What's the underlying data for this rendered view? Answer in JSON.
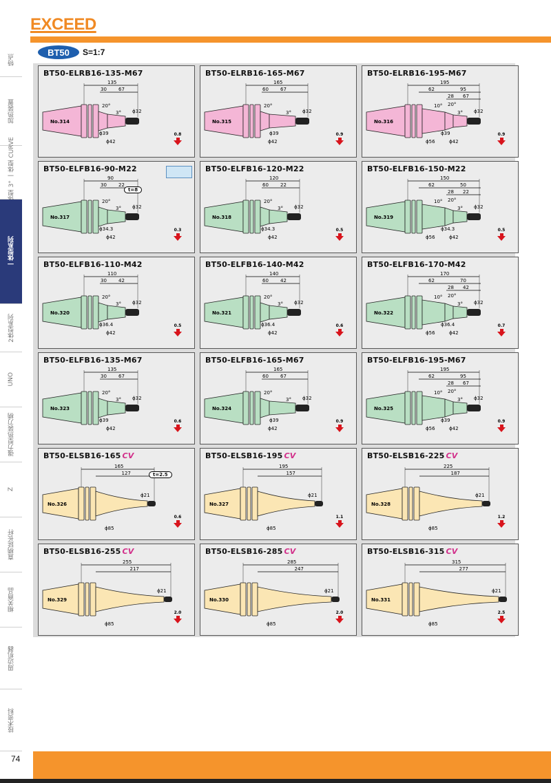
{
  "brand": {
    "logo": "EXCEED",
    "accent": "#f5942c",
    "badge_color": "#1e5fae"
  },
  "header": {
    "series_badge": "BT50",
    "scale": "S=1:7"
  },
  "sidebar": {
    "items": [
      {
        "label": "特点"
      },
      {
        "label": "加热装置"
      },
      {
        "label": "一体型 3° 一体型 CURVE"
      },
      {
        "label": "一体型系列",
        "active": true
      },
      {
        "label": "2体型系列"
      },
      {
        "label": "UNO"
      },
      {
        "label": "强力型热装刀柄"
      },
      {
        "label": "Z"
      },
      {
        "label": "直柄延长杆"
      },
      {
        "label": "相关商品"
      },
      {
        "label": "周边机器"
      },
      {
        "label": "技术资料"
      }
    ]
  },
  "colors": {
    "rb": "#f4b6d6",
    "fb": "#b9dfc3",
    "sb": "#fbe6b4"
  },
  "tools": [
    {
      "title": "BT50-ELRB16-135-M67",
      "no": "No.314",
      "kind": "rb",
      "total": "135",
      "d1": "30",
      "d2": "67",
      "angle": "20°",
      "taper": "3°",
      "phi_tip": "ϕ32",
      "phi_a": "ϕ39",
      "phi_b": "ϕ42",
      "weight": "0.8"
    },
    {
      "title": "BT50-ELRB16-165-M67",
      "no": "No.315",
      "kind": "rb",
      "total": "165",
      "d1": "60",
      "d2": "67",
      "angle": "20°",
      "taper": "3°",
      "phi_tip": "ϕ32",
      "phi_a": "ϕ39",
      "phi_b": "ϕ42",
      "weight": "0.9"
    },
    {
      "title": "BT50-ELRB16-195-M67",
      "no": "No.316",
      "kind": "rb",
      "total": "195",
      "d1": "62",
      "d2": "95",
      "d3": "28",
      "d4": "67",
      "angle": "10°",
      "angle2": "20°",
      "taper": "3°",
      "phi_tip": "ϕ32",
      "phi_a": "ϕ39",
      "phi_b": "ϕ42",
      "phi_c": "ϕ56",
      "weight": "0.9"
    },
    {
      "title": "BT50-ELFB16-90-M22",
      "no": "No.317",
      "kind": "fb",
      "total": "90",
      "d1": "30",
      "d2": "22",
      "angle": "20°",
      "taper": "3°",
      "phi_tip": "ϕ32",
      "phi_a": "ϕ34.3",
      "phi_b": "ϕ42",
      "weight": "0.3",
      "note": "t=8"
    },
    {
      "title": "BT50-ELFB16-120-M22",
      "no": "No.318",
      "kind": "fb",
      "total": "120",
      "d1": "60",
      "d2": "22",
      "angle": "20°",
      "taper": "3°",
      "phi_tip": "ϕ32",
      "phi_a": "ϕ34.3",
      "phi_b": "ϕ42",
      "weight": "0.5"
    },
    {
      "title": "BT50-ELFB16-150-M22",
      "no": "No.319",
      "kind": "fb",
      "total": "150",
      "d1": "62",
      "d2": "50",
      "d3": "28",
      "d4": "22",
      "angle": "10°",
      "angle2": "20°",
      "taper": "3°",
      "phi_tip": "ϕ32",
      "phi_a": "ϕ34.3",
      "phi_b": "ϕ42",
      "phi_c": "ϕ56",
      "weight": "0.5"
    },
    {
      "title": "BT50-ELFB16-110-M42",
      "no": "No.320",
      "kind": "fb",
      "total": "110",
      "d1": "30",
      "d2": "42",
      "angle": "20°",
      "taper": "3°",
      "phi_tip": "ϕ32",
      "phi_a": "ϕ36.4",
      "phi_b": "ϕ42",
      "weight": "0.5"
    },
    {
      "title": "BT50-ELFB16-140-M42",
      "no": "No.321",
      "kind": "fb",
      "total": "140",
      "d1": "60",
      "d2": "42",
      "angle": "20°",
      "taper": "3°",
      "phi_tip": "ϕ32",
      "phi_a": "ϕ36.4",
      "phi_b": "ϕ42",
      "weight": "0.6"
    },
    {
      "title": "BT50-ELFB16-170-M42",
      "no": "No.322",
      "kind": "fb",
      "total": "170",
      "d1": "62",
      "d2": "70",
      "d3": "28",
      "d4": "42",
      "angle": "10°",
      "angle2": "20°",
      "taper": "3°",
      "phi_tip": "ϕ32",
      "phi_a": "ϕ36.4",
      "phi_b": "ϕ42",
      "phi_c": "ϕ56",
      "weight": "0.7"
    },
    {
      "title": "BT50-ELFB16-135-M67",
      "no": "No.323",
      "kind": "fb",
      "total": "135",
      "d1": "30",
      "d2": "67",
      "angle": "20°",
      "taper": "3°",
      "phi_tip": "ϕ32",
      "phi_a": "ϕ39",
      "phi_b": "ϕ42",
      "weight": "0.6"
    },
    {
      "title": "BT50-ELFB16-165-M67",
      "no": "No.324",
      "kind": "fb",
      "total": "165",
      "d1": "60",
      "d2": "67",
      "angle": "20°",
      "taper": "3°",
      "phi_tip": "ϕ32",
      "phi_a": "ϕ39",
      "phi_b": "ϕ42",
      "weight": "0.9"
    },
    {
      "title": "BT50-ELFB16-195-M67",
      "no": "No.325",
      "kind": "fb",
      "total": "195",
      "d1": "62",
      "d2": "95",
      "d3": "28",
      "d4": "67",
      "angle": "10°",
      "angle2": "20°",
      "taper": "3°",
      "phi_tip": "ϕ32",
      "phi_a": "ϕ39",
      "phi_b": "ϕ42",
      "phi_c": "ϕ56",
      "weight": "0.9"
    },
    {
      "title": "BT50-ELSB16-165",
      "cv": "CV",
      "no": "No.326",
      "kind": "sb",
      "total": "165",
      "d1": "127",
      "phi_tip": "ϕ21",
      "phi_b": "ϕ85",
      "weight": "0.6",
      "note": "t=2.5"
    },
    {
      "title": "BT50-ELSB16-195",
      "cv": "CV",
      "no": "No.327",
      "kind": "sb",
      "total": "195",
      "d1": "157",
      "phi_tip": "ϕ21",
      "phi_b": "ϕ85",
      "weight": "1.1"
    },
    {
      "title": "BT50-ELSB16-225",
      "cv": "CV",
      "no": "No.328",
      "kind": "sb",
      "total": "225",
      "d1": "187",
      "phi_tip": "ϕ21",
      "phi_b": "ϕ85",
      "weight": "1.2"
    },
    {
      "title": "BT50-ELSB16-255",
      "cv": "CV",
      "no": "No.329",
      "kind": "sb",
      "total": "255",
      "d1": "217",
      "phi_tip": "ϕ21",
      "phi_b": "ϕ85",
      "weight": "2.0"
    },
    {
      "title": "BT50-ELSB16-285",
      "cv": "CV",
      "no": "No.330",
      "kind": "sb",
      "total": "285",
      "d1": "247",
      "phi_tip": "ϕ21",
      "phi_b": "ϕ85",
      "weight": "2.0"
    },
    {
      "title": "BT50-ELSB16-315",
      "cv": "CV",
      "no": "No.331",
      "kind": "sb",
      "total": "315",
      "d1": "277",
      "phi_tip": "ϕ21",
      "phi_b": "ϕ85",
      "weight": "2.5"
    }
  ],
  "footer": {
    "page_number": "74"
  }
}
